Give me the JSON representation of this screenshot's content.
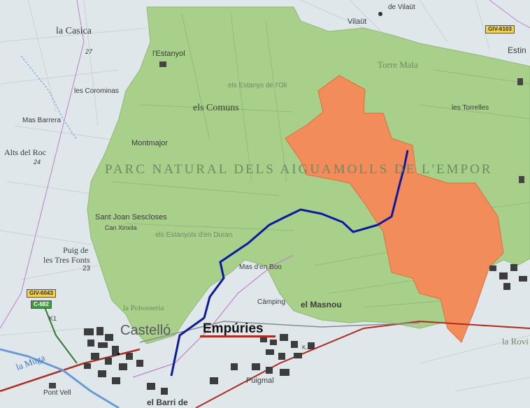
{
  "colors": {
    "background": "#dfe7ea",
    "park_area": "#a8d08b",
    "highlight_area": "#f28c5a",
    "route": "#0b1a9e",
    "road_red": "#b02a20"
  },
  "labels": {
    "la_casica": "la Casica",
    "estanyol": "l'Estanyol",
    "vilaut": "Vilaüt",
    "de_vilaut": "de Vilaüt",
    "giv6103": "GIV-6103",
    "estina": "Estin",
    "els_comuns": "els Comuns",
    "torre_mala": "Torre Mala",
    "les_comomines": "les Corominas",
    "las_estanys": "els Estanys de l'Oli",
    "mas_barrera": "Mas Barrera",
    "alts_del_roc": "Alts del Roc",
    "montmajor": "Montmajor",
    "les_torrelles": "les Torrelles",
    "park_name": "PARC NATURAL DELS AIGUAMOLLS DE L'EMPOR",
    "sant_joan": "Sant Joan Sescloses",
    "can_xinxila": "Can Xinxila",
    "puig_de_les": "Puig de",
    "tres_fonts": "les Tres Fonts",
    "num23": "23",
    "estanyol_oran": "els Estanyols d'en Duran",
    "mas_den_boo": "Mas d'en Boo",
    "giv6043": "GIV-6043",
    "c682": "C-682",
    "la_pobosseria": "la Pobosseria",
    "castello": "Castelló",
    "empuries": "Empúries",
    "camping": "Càmping",
    "el_masnou": "el Masnou",
    "la_muga": "la Muga",
    "puigmal": "Puigmal",
    "pont_vell": "Pont Vell",
    "el_barri_de": "el Barri de",
    "la_rovira": "la Rovi",
    "k31": "K.31",
    "k1": "K1",
    "num27": "27",
    "num24": "24"
  }
}
